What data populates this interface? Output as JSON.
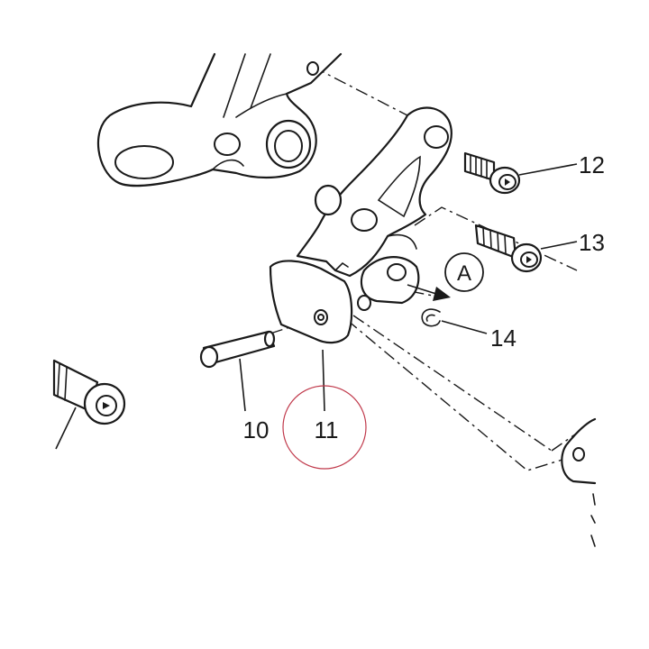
{
  "callouts": {
    "c10": "10",
    "c11": "11",
    "c12": "12",
    "c13": "13",
    "c14": "14",
    "detail_a": "A"
  },
  "colors": {
    "line": "#1a1a1a",
    "highlight_circle": "#c0394b",
    "background": "#ffffff"
  }
}
